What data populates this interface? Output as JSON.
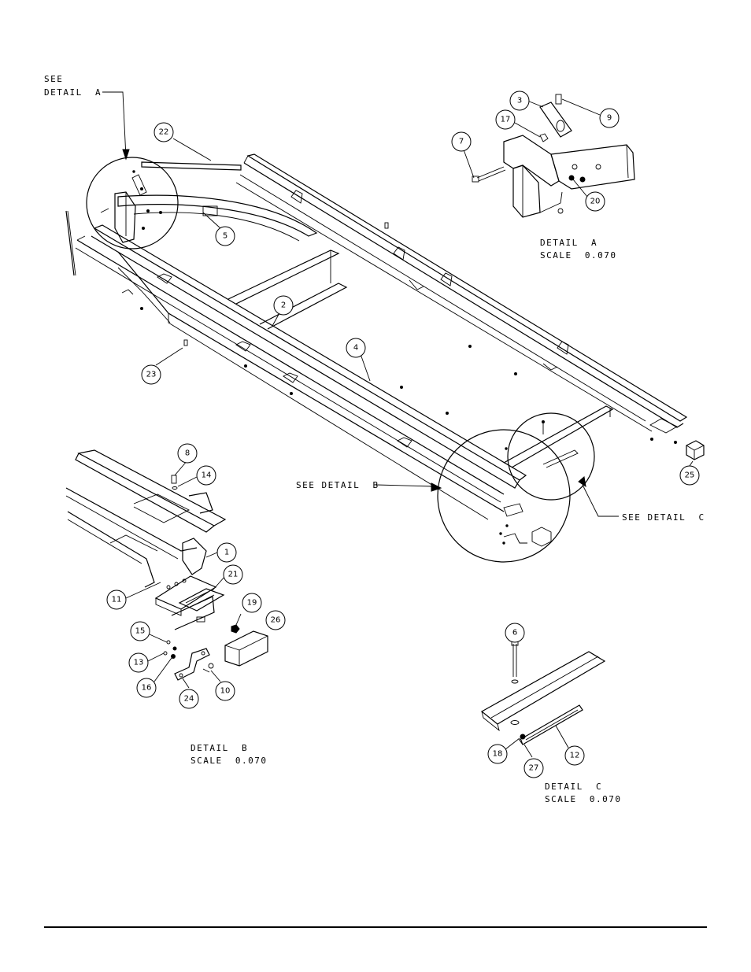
{
  "detail_a": {
    "callout": [
      "SEE",
      "DETAIL  A"
    ],
    "title": "DETAIL  A",
    "scale": "SCALE  0.070"
  },
  "detail_b": {
    "callout": "SEE DETAIL  B",
    "title": "DETAIL  B",
    "scale": "SCALE  0.070"
  },
  "detail_c": {
    "callout": "SEE DETAIL  C",
    "title": "DETAIL  C",
    "scale": "SCALE  0.070"
  },
  "balloons": [
    "22",
    "5",
    "2",
    "4",
    "23",
    "25",
    "3",
    "9",
    "17",
    "7",
    "20",
    "8",
    "14",
    "1",
    "21",
    "11",
    "19",
    "26",
    "15",
    "13",
    "16",
    "24",
    "10",
    "6",
    "18",
    "27",
    "12"
  ]
}
